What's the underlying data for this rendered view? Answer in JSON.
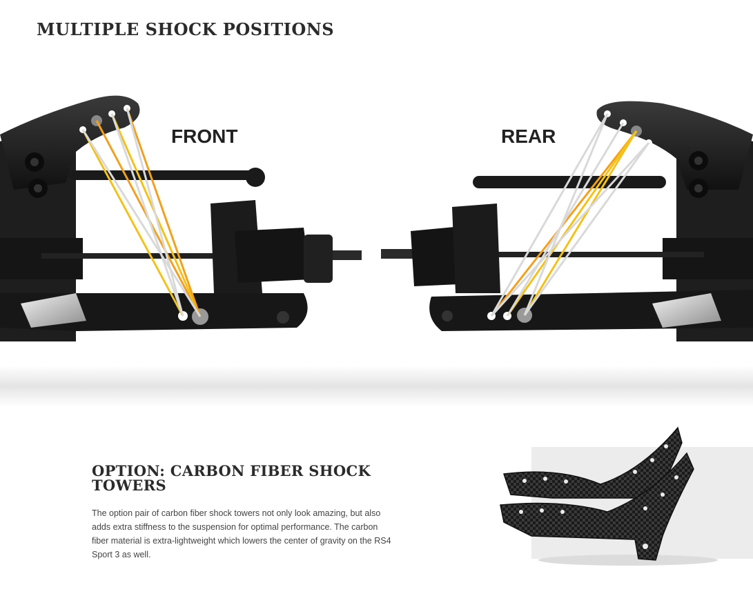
{
  "page": {
    "title": "MULTIPLE SHOCK POSITIONS"
  },
  "hero": {
    "front_label": "FRONT",
    "rear_label": "REAR"
  },
  "option": {
    "heading": "OPTION: CARBON FIBER SHOCK TOWERS",
    "body": "The option pair of carbon fiber shock towers not only look amazing, but also adds extra stiffness to the suspension for optimal performance. The carbon fiber material is extra-lightweight which lowers the center of gravity on the RS4 Sport 3 as well."
  },
  "colors": {
    "accent_yellow": "#f2c21a",
    "accent_orange": "#f0a020",
    "line_gray": "#d9d9d9",
    "part_black": "#1c1c1c"
  }
}
